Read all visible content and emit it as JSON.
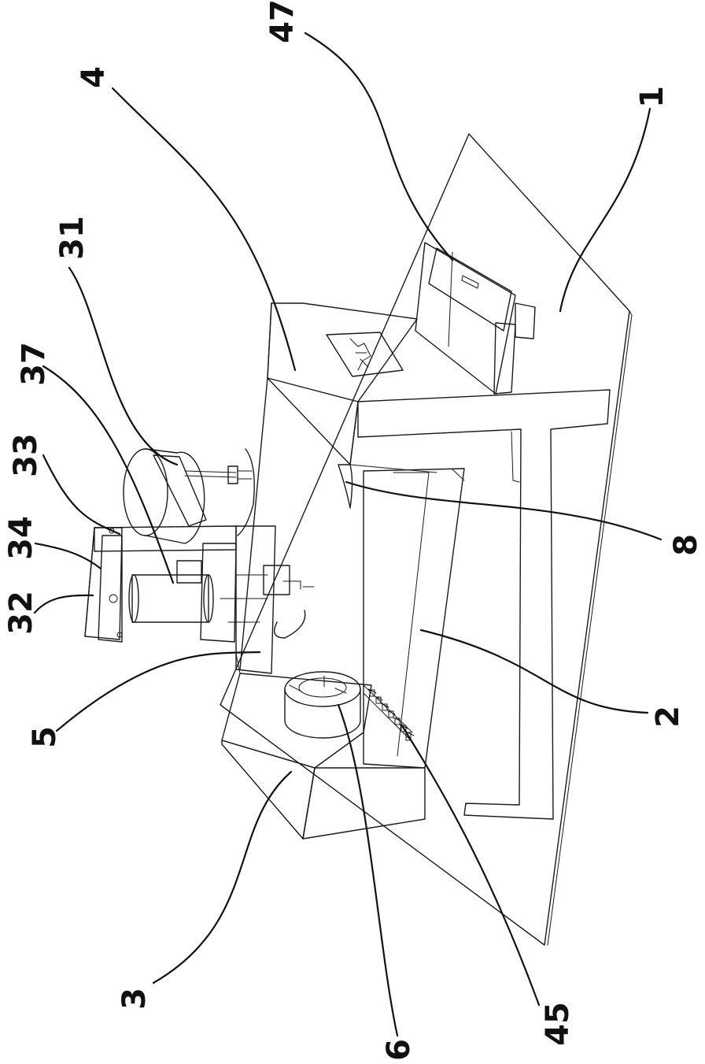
{
  "labels": {
    "l1": "1",
    "l2": "2",
    "l3": "3",
    "l4": "4",
    "l5": "5",
    "l6": "6",
    "l8": "8",
    "l31": "31",
    "l32": "32",
    "l33": "33",
    "l34": "34",
    "l37": "37",
    "l45": "45",
    "l47": "47"
  }
}
